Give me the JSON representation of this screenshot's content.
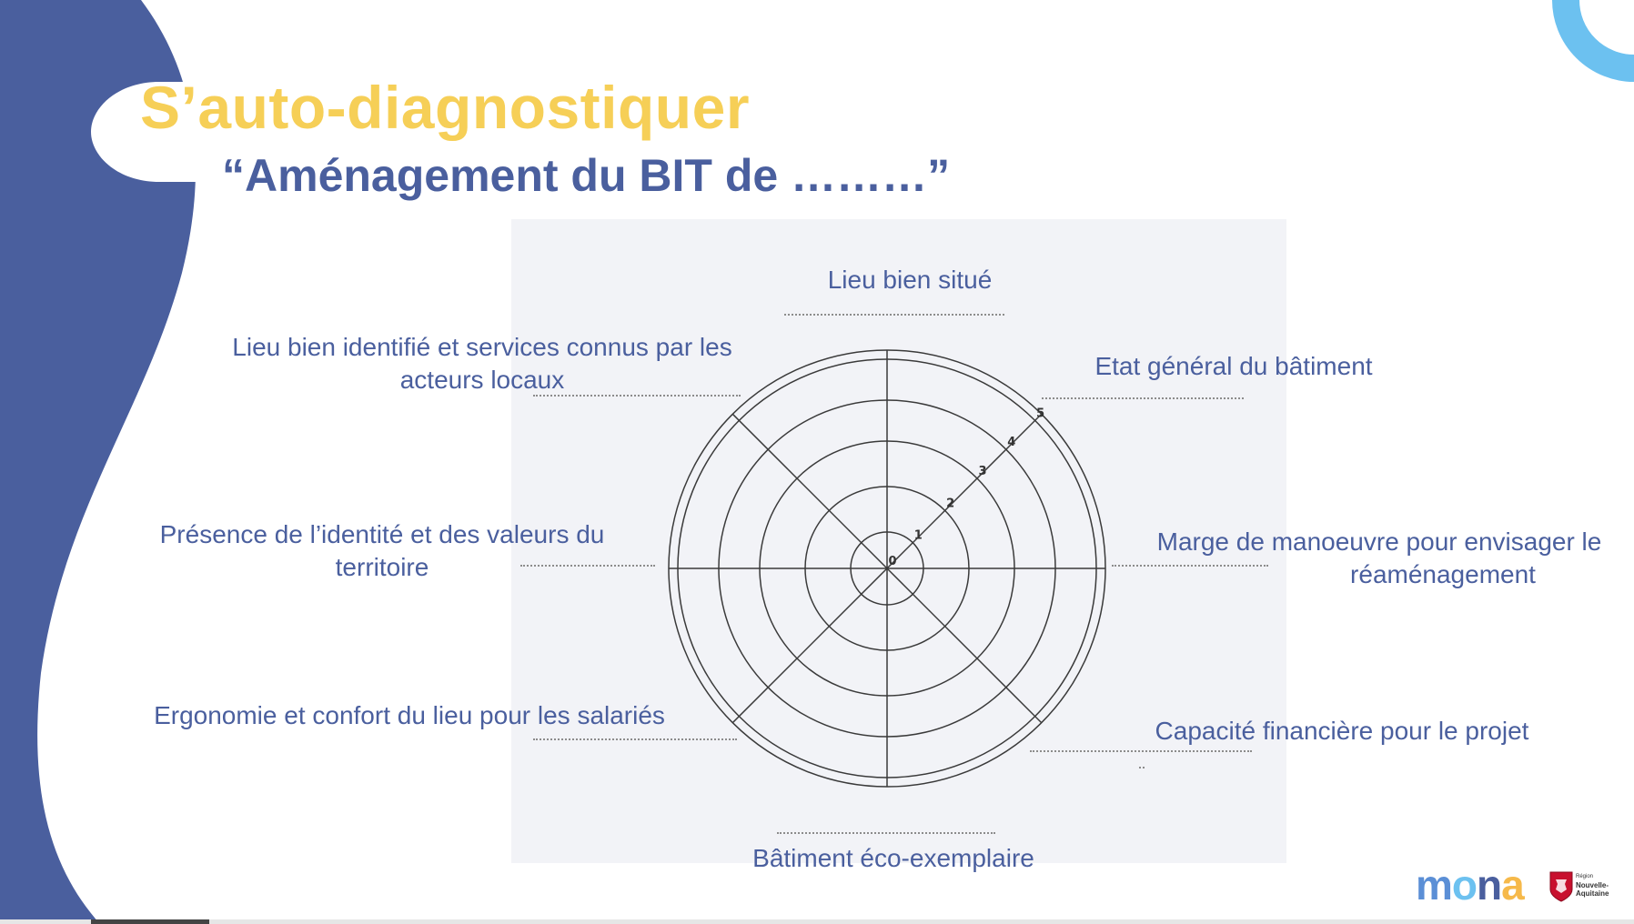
{
  "slide": {
    "title": "S’auto-diagnostiquer",
    "subtitle": "“Aménagement du BIT de ………”"
  },
  "diagram": {
    "axes": [
      {
        "id": "top",
        "label": "Lieu bien situé"
      },
      {
        "id": "top-right",
        "label": "Etat général du bâtiment"
      },
      {
        "id": "right",
        "label_lines": [
          "Marge de manoeuvre pour envisager le",
          "réaménagement"
        ]
      },
      {
        "id": "bottom-right",
        "label": "Capacité financière pour le projet"
      },
      {
        "id": "bottom",
        "label": "Bâtiment éco-exemplaire"
      },
      {
        "id": "bottom-left",
        "label": "Ergonomie et confort du lieu pour les salariés"
      },
      {
        "id": "left",
        "label_lines": [
          "Présence de l’identité et des valeurs du",
          "territoire"
        ]
      },
      {
        "id": "top-left",
        "label_lines": [
          "Lieu bien identifié et services connus par les",
          "acteurs locaux"
        ]
      }
    ],
    "scale_min": 0,
    "scale_max": 5,
    "scale_ticks": [
      "0",
      "1",
      "2",
      "3",
      "4",
      "5"
    ]
  },
  "branding": {
    "logo_letters": [
      "m",
      "o",
      "n",
      "a"
    ],
    "logo_colors": [
      "#5B8FD6",
      "#6CC1F0",
      "#4A5F9E",
      "#F6B94A"
    ],
    "region_lines": [
      "Région",
      "Nouvelle-",
      "Aquitaine"
    ],
    "region_icon": "region-lion-shield-icon"
  },
  "colors": {
    "title": "#F6CF57",
    "subtitle": "#4A5F9E",
    "labels": "#4A5F9E",
    "left_band": "#4A5F9E",
    "accent_ring": "#6CC1F0"
  }
}
